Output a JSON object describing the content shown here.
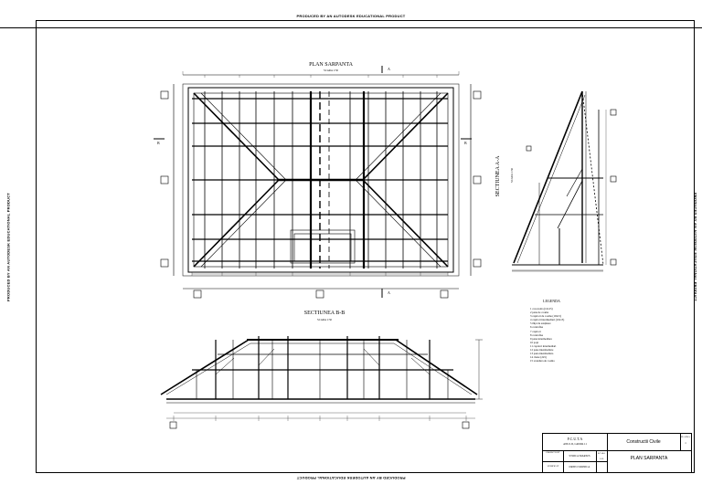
{
  "stamps": {
    "educational": "PRODUCED BY AN AUTODESK EDUCATIONAL PRODUCT"
  },
  "views": {
    "plan_title": "PLAN SARPANTA",
    "plan_scale": "SCARA 1:50",
    "section_bb_title": "SECTIUNEA B-B",
    "section_bb_scale": "SCARA 1:50",
    "section_aa_title": "SECTIUNEA A-A",
    "section_aa_scale": "SCARA 1:50",
    "section_marker_a": "A",
    "section_marker_b": "B"
  },
  "legend": {
    "title": "LEGENDA",
    "items": [
      "1 cosoroaba (12x15)",
      "2 pana de coama",
      "3 capriori de coama (10x15)",
      "4 capriori intermediari (10x15)",
      "5 tălpi de susținere",
      "6 contrafise",
      "7 capriori",
      "8 contrafise",
      "9 pana intermediara",
      "10 popi",
      "11 capriori intermediari",
      "12 pane intermediare",
      "13 pana intermediara",
      "14 cleste (2x5)",
      "15 scandura de coama"
    ]
  },
  "title_block": {
    "org": "F.C.U.T.A",
    "org_sub": "ANUL II, GRUPA 11",
    "field": "Constructii Civile",
    "sheet_label": "PLANSA",
    "sheet_no": "1",
    "drawn_label": "PROIECTANT",
    "drawn_name": "STOICA MARIUS",
    "checked_label": "VERIFICAT",
    "checked_name": "DRITCI MONICA",
    "scale_label": "SCARA",
    "scale_value": "1:50",
    "drawing_title": "PLAN SARPANTA"
  }
}
